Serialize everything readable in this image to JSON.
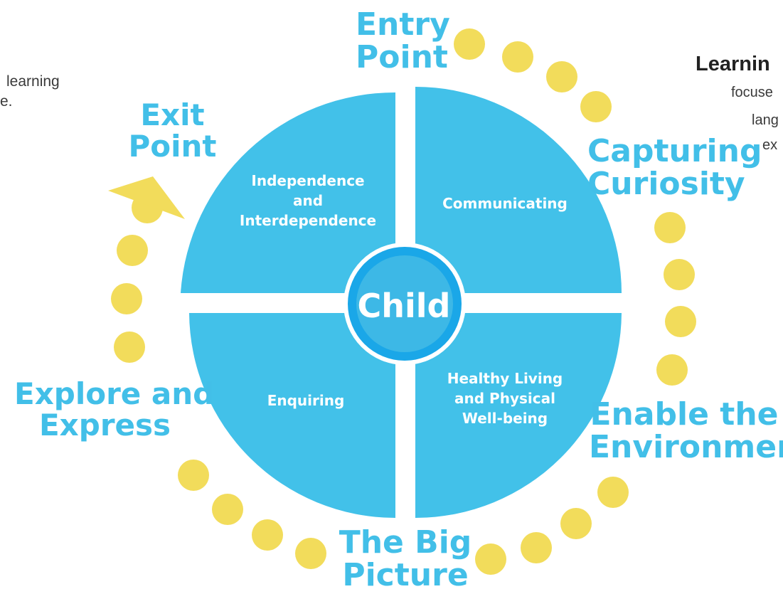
{
  "colors": {
    "quadrant": "#42c1e9",
    "center": "#3db8e6",
    "center_ring": "#1aa7e8",
    "dot": "#f2dc5b",
    "label": "#42bfe8"
  },
  "center": {
    "label": "Child"
  },
  "quadrants": {
    "top_left": [
      "Independence",
      "and",
      "Interdependence"
    ],
    "top_right": [
      "Communicating"
    ],
    "bottom_left": [
      "Enquiring"
    ],
    "bottom_right": [
      "Healthy Living",
      "and Physical",
      "Well-being"
    ]
  },
  "stages": {
    "entry_point": [
      "Entry",
      "Point"
    ],
    "capturing_curiosity": [
      "Capturing",
      "Curiosity"
    ],
    "enable_environment": [
      "Enable the",
      "Environment"
    ],
    "big_picture": [
      "The Big",
      "Picture"
    ],
    "explore_express": [
      "Explore and",
      "Express"
    ],
    "exit_point": [
      "Exit",
      "Point"
    ]
  },
  "left_text": [
    "learning",
    "e."
  ],
  "right_text": {
    "heading": "Learnin",
    "lines": [
      "focuse",
      "lang",
      "ex"
    ]
  },
  "icons": {
    "arrow": "arrow-head-icon"
  }
}
